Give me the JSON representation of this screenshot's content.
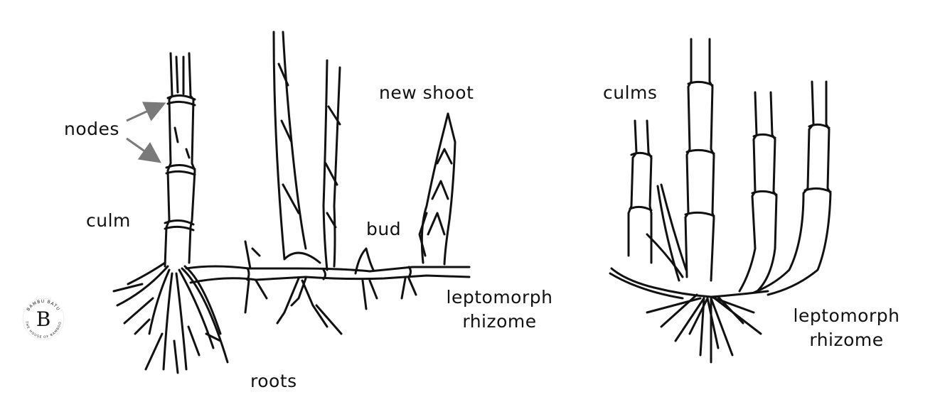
{
  "left_diagram": {
    "labels": {
      "nodes": "nodes",
      "culm": "culm",
      "new_shoot": "new shoot",
      "bud": "bud",
      "roots": "roots",
      "rhizome_line1": "leptomorph",
      "rhizome_line2": "rhizome"
    }
  },
  "right_diagram": {
    "labels": {
      "culms": "culms",
      "rhizome_line1": "leptomorph",
      "rhizome_line2": "rhizome"
    }
  },
  "logo": {
    "top_text": "BAMBU BATU",
    "bottom_text": "THE HOUSE OF BAMBOO",
    "mark": "B"
  },
  "colors": {
    "ink": "#111111",
    "arrow": "#7a7a7a",
    "background": "#ffffff"
  }
}
